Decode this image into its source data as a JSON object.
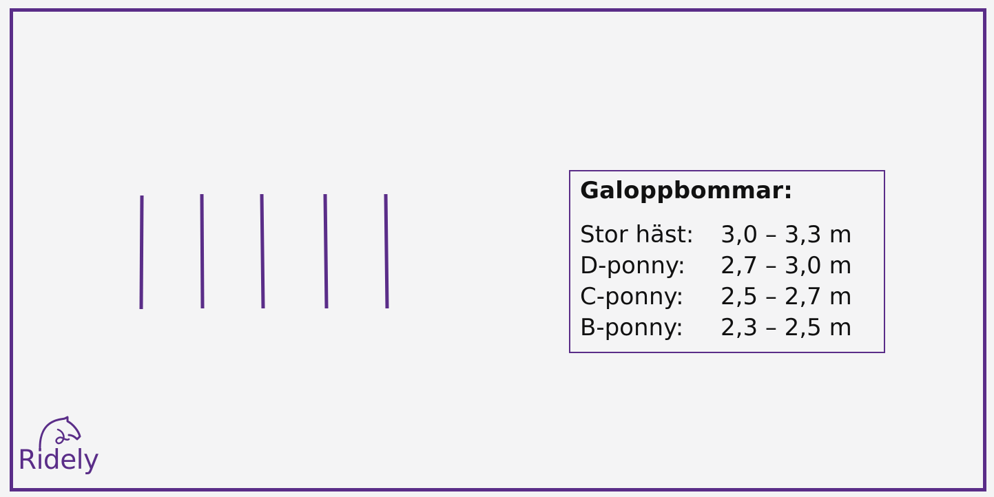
{
  "diagram": {
    "poles_count": 5,
    "colors": {
      "border": "#5a2d88",
      "pole": "#5a2d88",
      "background": "#f4f4f5",
      "text": "#111111"
    }
  },
  "legend": {
    "title": "Galoppbommar:",
    "rows": [
      {
        "category": "Stor häst:",
        "distance": "3,0 – 3,3 m"
      },
      {
        "category": "D-ponny:",
        "distance": "2,7 – 3,0 m"
      },
      {
        "category": "C-ponny:",
        "distance": "2,5 – 2,7 m"
      },
      {
        "category": "B-ponny:",
        "distance": "2,3 – 2,5 m"
      }
    ]
  },
  "logo": {
    "text": "Ridely",
    "icon": "horse-head-icon"
  }
}
